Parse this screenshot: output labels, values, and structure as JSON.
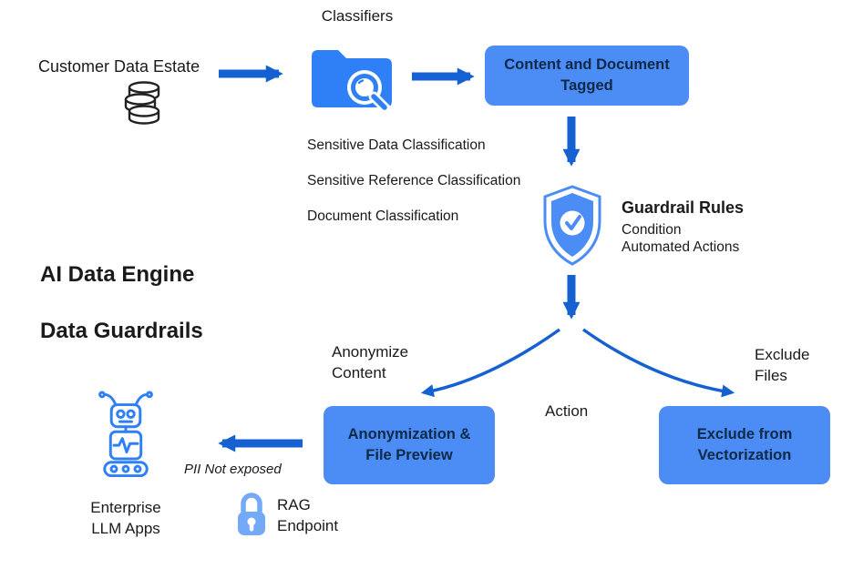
{
  "colors": {
    "box_fill": "#4C8CF5",
    "arrow_blue": "#1661D2",
    "icon_blue": "#2F80F6",
    "shield_blue": "#4C8CF5",
    "lock_blue": "#74A9F7",
    "text": "#1A1A1A"
  },
  "title": {
    "line1": "AI Data Engine",
    "line2": "Data Guardrails"
  },
  "flow": {
    "classifiers_label": "Classifiers",
    "customer_data_estate": "Customer Data Estate",
    "classifications": [
      "Sensitive Data Classification",
      "Sensitive Reference Classification",
      "Document Classification"
    ],
    "content_tagged_box": "Content and Document Tagged",
    "guardrail": {
      "title": "Guardrail Rules",
      "sub1": "Condition",
      "sub2": "Automated Actions"
    },
    "branch": {
      "left_label": "Anonymize Content",
      "right_label": "Exclude Files",
      "center_label": "Action"
    },
    "anonymization_box": "Anonymization & File Preview",
    "exclude_box": "Exclude from Vectorization",
    "pii_note": "PII Not exposed",
    "llm_apps_label": "Enterprise LLM Apps",
    "rag_endpoint_label": "RAG Endpoint"
  }
}
